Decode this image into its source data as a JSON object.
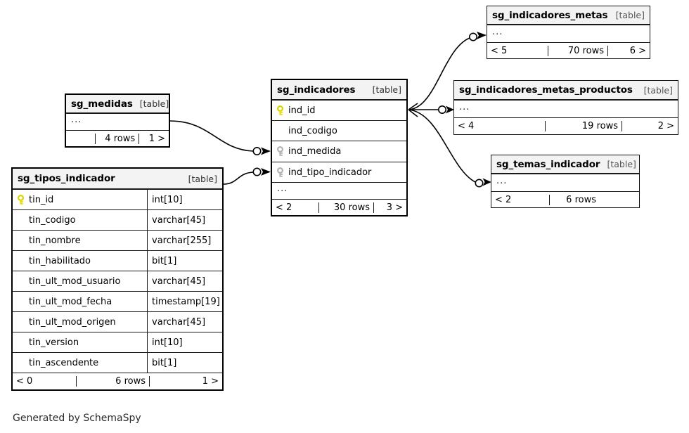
{
  "diagram": {
    "caption": "Generated by SchemaSpy",
    "table_tag": "[table]",
    "ellipsis": "...",
    "colors": {
      "primary_key": "#e8e100",
      "foreign_key": "#b3b3b3",
      "header_background": "#f3f3f3",
      "border": "#111111",
      "edge": "#000000"
    }
  },
  "tables": {
    "sg_medidas": {
      "name": "sg_medidas",
      "tag": "[table]",
      "ellipsis": "...",
      "footer": {
        "left": "",
        "mid": "4 rows",
        "right": "1 >"
      }
    },
    "sg_tipos_indicador": {
      "name": "sg_tipos_indicador",
      "tag": "[table]",
      "columns": [
        {
          "key": "primary",
          "name": "tin_id",
          "type": "int[10]"
        },
        {
          "key": "none",
          "name": "tin_codigo",
          "type": "varchar[45]"
        },
        {
          "key": "none",
          "name": "tin_nombre",
          "type": "varchar[255]"
        },
        {
          "key": "none",
          "name": "tin_habilitado",
          "type": "bit[1]"
        },
        {
          "key": "none",
          "name": "tin_ult_mod_usuario",
          "type": "varchar[45]"
        },
        {
          "key": "none",
          "name": "tin_ult_mod_fecha",
          "type": "timestamp[19]"
        },
        {
          "key": "none",
          "name": "tin_ult_mod_origen",
          "type": "varchar[45]"
        },
        {
          "key": "none",
          "name": "tin_version",
          "type": "int[10]"
        },
        {
          "key": "none",
          "name": "tin_ascendente",
          "type": "bit[1]"
        }
      ],
      "footer": {
        "left": "< 0",
        "mid": "6 rows",
        "right": "1 >"
      }
    },
    "sg_indicadores": {
      "name": "sg_indicadores",
      "tag": "[table]",
      "ellipsis": "...",
      "columns": [
        {
          "key": "primary",
          "name": "ind_id",
          "type": ""
        },
        {
          "key": "none",
          "name": "ind_codigo",
          "type": ""
        },
        {
          "key": "foreign",
          "name": "ind_medida",
          "type": ""
        },
        {
          "key": "foreign",
          "name": "ind_tipo_indicador",
          "type": ""
        }
      ],
      "footer": {
        "left": "< 2",
        "mid": "30 rows",
        "right": "3 >"
      }
    },
    "sg_indicadores_metas": {
      "name": "sg_indicadores_metas",
      "tag": "[table]",
      "ellipsis": "...",
      "footer": {
        "left": "< 5",
        "mid": "70 rows",
        "right": "6 >"
      }
    },
    "sg_indicadores_metas_productos": {
      "name": "sg_indicadores_metas_productos",
      "tag": "[table]",
      "ellipsis": "...",
      "footer": {
        "left": "< 4",
        "mid": "19 rows",
        "right": "2 >"
      }
    },
    "sg_temas_indicador": {
      "name": "sg_temas_indicador",
      "tag": "[table]",
      "ellipsis": "...",
      "footer": {
        "left": "< 2",
        "mid": "6 rows",
        "right": ""
      }
    }
  },
  "relationships": [
    {
      "from": "sg_medidas",
      "to": "sg_indicadores.ind_medida"
    },
    {
      "from": "sg_tipos_indicador",
      "to": "sg_indicadores.ind_tipo_indicador"
    },
    {
      "from": "sg_indicadores.ind_id",
      "to": "sg_indicadores_metas"
    },
    {
      "from": "sg_indicadores.ind_id",
      "to": "sg_indicadores_metas_productos"
    },
    {
      "from": "sg_indicadores.ind_id",
      "to": "sg_temas_indicador"
    }
  ]
}
